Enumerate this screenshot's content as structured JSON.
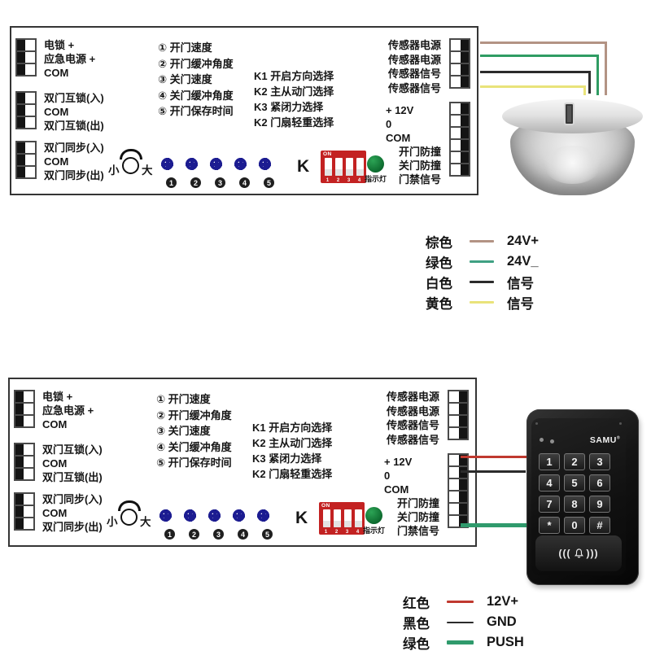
{
  "board": {
    "left_groups": [
      {
        "rows": [
          "电锁 +",
          "应急电源 +",
          "COM"
        ]
      },
      {
        "rows": [
          "双门互锁(入)",
          "COM",
          "双门互锁(出)"
        ]
      },
      {
        "rows": [
          "双门同步(入)",
          "COM",
          "双门同步(出)"
        ]
      }
    ],
    "adjust_items": [
      "① 开门速度",
      "② 开门缓冲角度",
      "③ 关门速度",
      "④ 关门缓冲角度",
      "⑤ 开门保存时间"
    ],
    "k_items": [
      "K1 开启方向选择",
      "K2 主从动门选择",
      "K3 紧闭力选择",
      "K2 门扇轻重选择"
    ],
    "pot_min_label": "小",
    "pot_max_label": "大",
    "screw_numbers": [
      "1",
      "2",
      "3",
      "4",
      "5"
    ],
    "k_switch_label": "K",
    "dip_on_label": "ON",
    "dip_numbers": [
      "1",
      "2",
      "3",
      "4"
    ],
    "indicator_label": "指示灯",
    "right_top_labels": [
      "传感器电源",
      "传感器电源",
      "传感器信号",
      "传感器信号"
    ],
    "right_bottom_labels": [
      "+ 12V",
      "0",
      "COM",
      "开门防撞",
      "关门防撞",
      "门禁信号"
    ]
  },
  "sensor_legend": {
    "rows": [
      {
        "color_name": "棕色",
        "hex": "#b39384",
        "value": "24V+"
      },
      {
        "color_name": "绿色",
        "hex": "#3fa183",
        "value": "24V_"
      },
      {
        "color_name": "白色",
        "hex": "#2b2b2b",
        "value": "信号"
      },
      {
        "color_name": "黄色",
        "hex": "#e9e37a",
        "value": "信号"
      }
    ]
  },
  "access_legend": {
    "rows": [
      {
        "color_name": "红色",
        "hex": "#c0392f",
        "value": "12V+"
      },
      {
        "color_name": "黑色",
        "hex": "#2b2b2b",
        "value": "GND"
      },
      {
        "color_name": "绿色",
        "hex": "#2f9a6c",
        "value": "PUSH"
      }
    ]
  },
  "wire_colors": {
    "sensor_white_wire_drawn": "#2b2b2b",
    "sensor_green_wire": "#2f9c63"
  },
  "keypad": {
    "brand": "SAMU",
    "reg_mark": "®",
    "keys": [
      "1",
      "2",
      "3",
      "4",
      "5",
      "6",
      "7",
      "8",
      "9",
      "*",
      "0",
      "#"
    ]
  }
}
